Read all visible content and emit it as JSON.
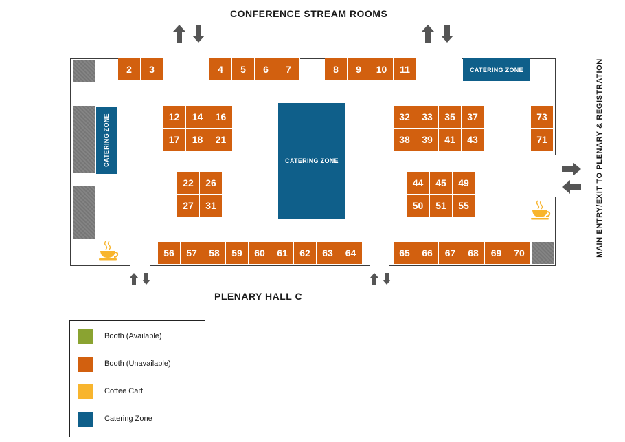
{
  "labels": {
    "top": "CONFERENCE STREAM ROOMS",
    "bottom": "PLENARY HALL C",
    "right": "MAIN ENTRY/EXIT TO PLENARY & REGISTRATION"
  },
  "zones": {
    "top_right": "CATERING ZONE",
    "left": "CATERING ZONE",
    "center": "CATERING ZONE"
  },
  "booths": {
    "row_top_a": [
      "2",
      "3"
    ],
    "row_top_b": [
      "4",
      "5",
      "6",
      "7"
    ],
    "row_top_c": [
      "8",
      "9",
      "10",
      "11"
    ],
    "left_grid_1": [
      "12",
      "14",
      "16"
    ],
    "left_grid_2": [
      "17",
      "18",
      "21"
    ],
    "left_pair_1": [
      "22",
      "26"
    ],
    "left_pair_2": [
      "27",
      "31"
    ],
    "right_grid_1": [
      "32",
      "33",
      "35",
      "37"
    ],
    "right_grid_2": [
      "38",
      "39",
      "41",
      "43"
    ],
    "right_single": [
      "73",
      "71"
    ],
    "right_mid_1": [
      "44",
      "45",
      "49"
    ],
    "right_mid_2": [
      "50",
      "51",
      "55"
    ],
    "row_bottom_a": [
      "56",
      "57",
      "58",
      "59",
      "60",
      "61",
      "62",
      "63",
      "64"
    ],
    "row_bottom_b": [
      "65",
      "66",
      "67",
      "68",
      "69",
      "70"
    ]
  },
  "legend": {
    "items": [
      {
        "label": "Booth (Available)",
        "color": "#8aa331"
      },
      {
        "label": "Booth (Unavailable)",
        "color": "#d2600f"
      },
      {
        "label": "Coffee Cart",
        "color": "#f8b52e"
      },
      {
        "label": "Catering Zone",
        "color": "#0f5f8a"
      }
    ]
  },
  "icons": {
    "coffee": "coffee-cup-icon",
    "arrows": "up-down-arrow-icon"
  }
}
